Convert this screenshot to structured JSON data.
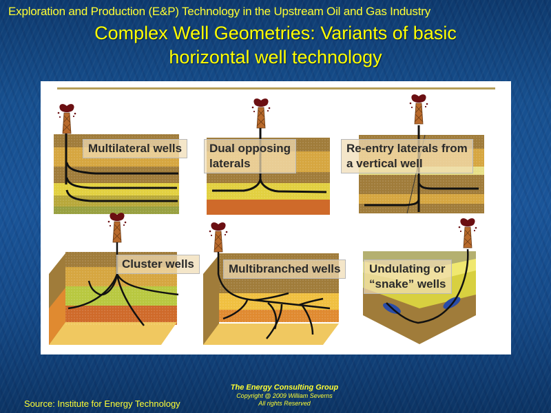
{
  "header": {
    "subtitle": "Exploration and Production (E&P) Technology in the Upstream Oil and Gas Industry",
    "title_line1": "Complex Well Geometries:  Variants of basic",
    "title_line2": "horizontal well technology"
  },
  "figure": {
    "panels": [
      {
        "id": "multilateral",
        "label": "Multilateral wells"
      },
      {
        "id": "dual-opposing",
        "label_line1": "Dual opposing",
        "label_line2": "laterals"
      },
      {
        "id": "re-entry",
        "label_line1": "Re-entry laterals from",
        "label_line2": "a vertical well"
      },
      {
        "id": "cluster",
        "label": "Cluster wells"
      },
      {
        "id": "multibranched",
        "label": "Multibranched wells"
      },
      {
        "id": "undulating",
        "label_line1": "Undulating or",
        "label_line2": "“snake” wells"
      }
    ]
  },
  "footer": {
    "source": "Source:  Institute for Energy Technology",
    "organization": "The Energy Consulting Group",
    "copyright": "Copyright @ 2009 William  Severns",
    "rights": "All rights Reserved"
  },
  "colors": {
    "background": "#17508f",
    "text_accent": "#ffff00",
    "rock_brown": "#a07c3a",
    "rock_gold": "#d6a640",
    "rock_yellow": "#e2d040",
    "rock_orange": "#cf6a2a",
    "well_line": "#111111",
    "oil_gusher": "#6b0f12"
  }
}
